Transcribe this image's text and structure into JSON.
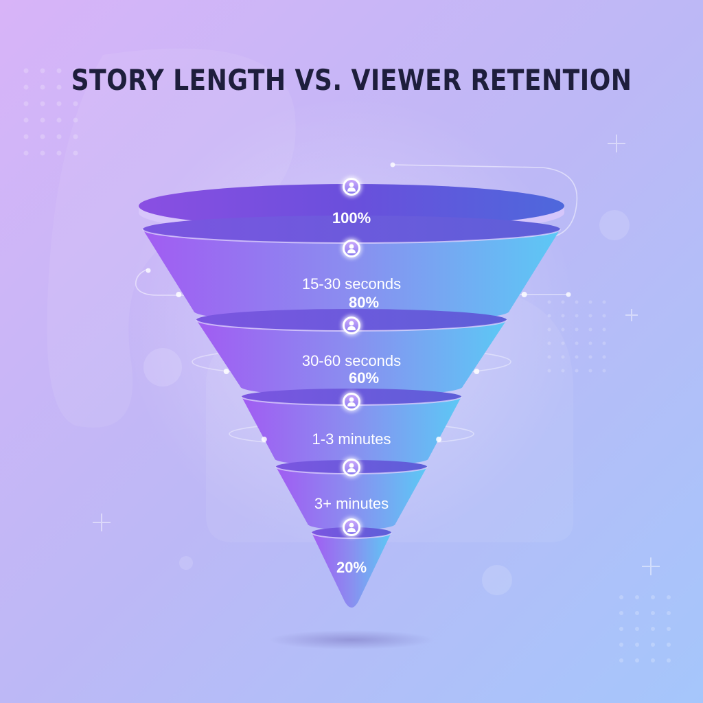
{
  "chart_data": {
    "type": "funnel",
    "title": "STORY LENGTH VS. VIEWER RETENTION",
    "stages": [
      {
        "category": "",
        "value_label": "100%",
        "value": 100
      },
      {
        "category": "15-30 seconds",
        "value_label": "80%",
        "value": 80
      },
      {
        "category": "30-60 seconds",
        "value_label": "60%",
        "value": 60
      },
      {
        "category": "1-3 minutes",
        "value_label": "",
        "value": null
      },
      {
        "category": "3+ minutes",
        "value_label": "",
        "value": null
      },
      {
        "category": "",
        "value_label": "20%",
        "value": 20
      }
    ],
    "icon": "person-icon",
    "colors": {
      "background_start": "#d8b4f8",
      "background_end": "#a5c6fb",
      "gradient_left": "#a15cf2",
      "gradient_right": "#5cc8f5",
      "top_ellipse": "#6a4fdc",
      "title": "#1e1e3c"
    }
  }
}
